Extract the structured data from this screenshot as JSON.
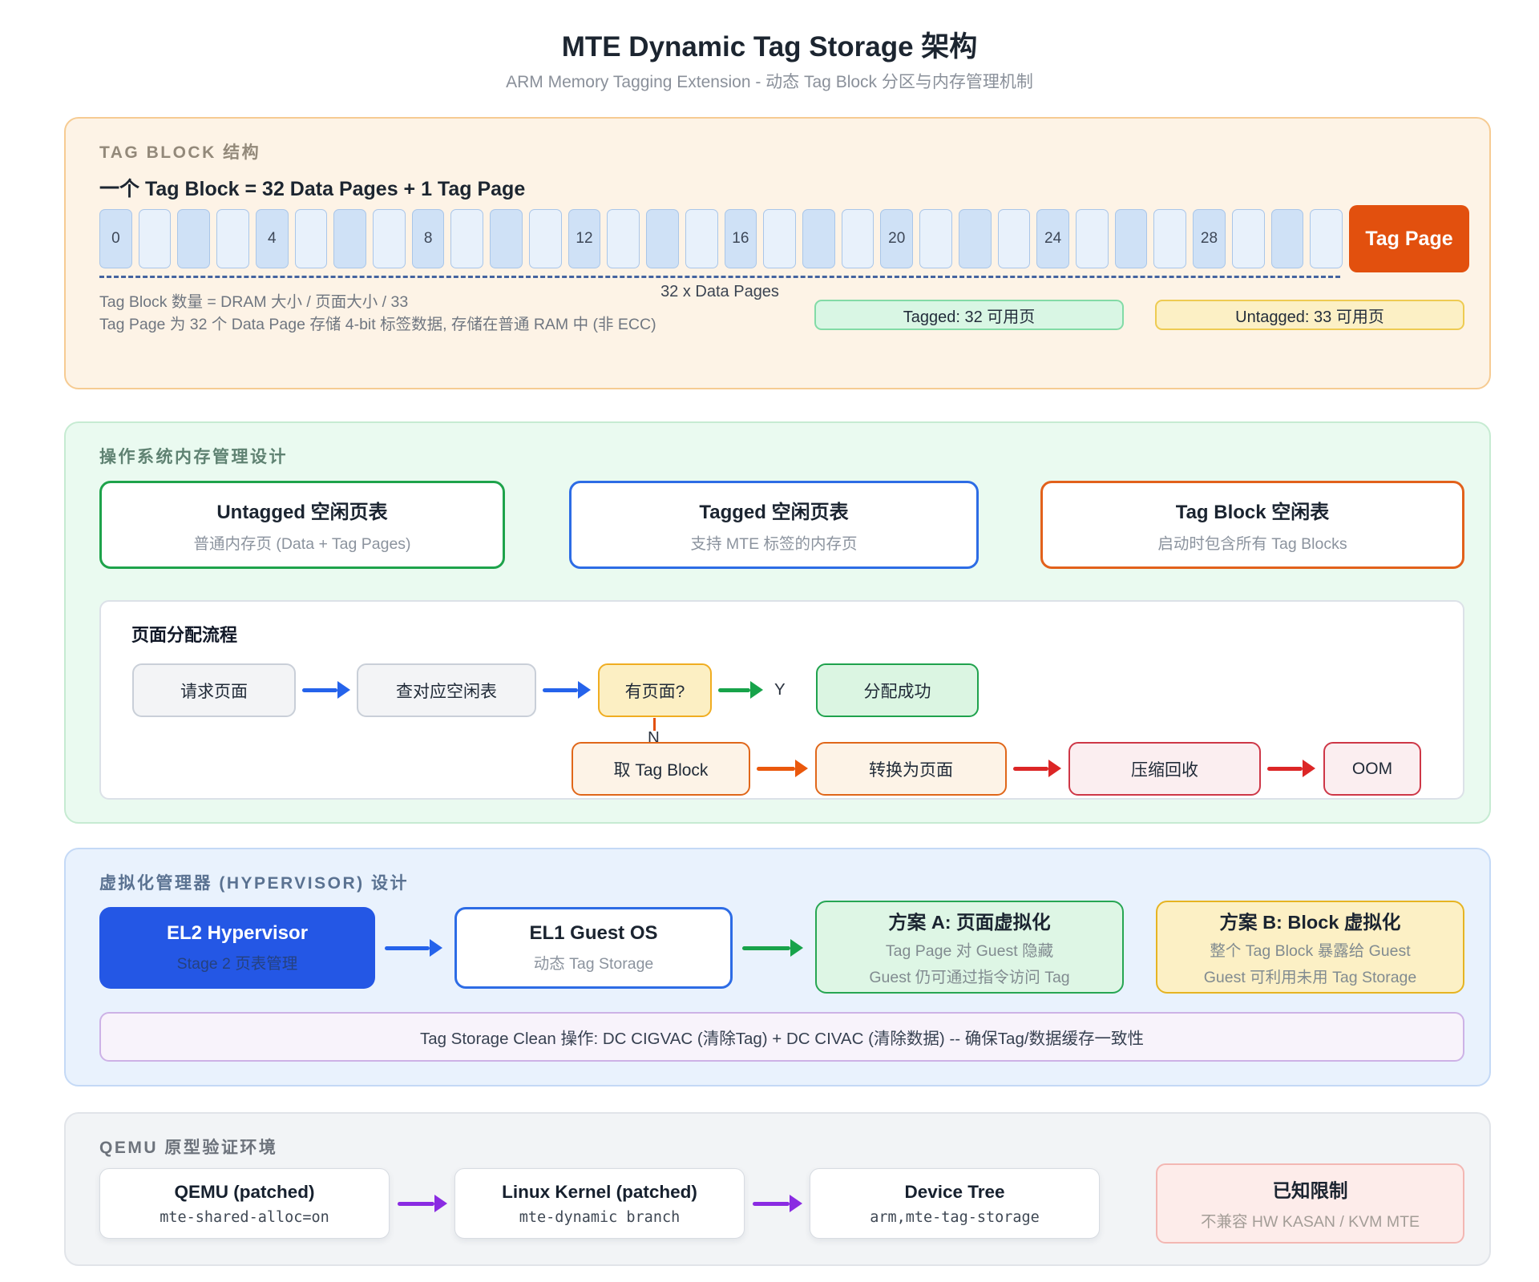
{
  "header": {
    "title": "MTE Dynamic Tag Storage 架构",
    "subtitle": "ARM Memory Tagging Extension - 动态 Tag Block 分区与内存管理机制"
  },
  "tag_block": {
    "section_title": "TAG BLOCK 结构",
    "heading": "一个 Tag Block = 32 Data Pages + 1 Tag Page",
    "data_page_count": 32,
    "label_interval": 4,
    "visible_page_labels": [
      "0",
      "4",
      "8",
      "12",
      "16",
      "20",
      "24",
      "28"
    ],
    "tag_page_label": "Tag Page",
    "bracket_label": "32 x Data Pages",
    "note_line1": "Tag Block 数量 = DRAM 大小 / 页面大小 / 33",
    "note_line2": "Tag Page 为 32 个 Data Page 存储 4-bit 标签数据, 存储在普通 RAM 中 (非 ECC)",
    "badge_tagged": "Tagged: 32 可用页",
    "badge_untagged": "Untagged: 33 可用页"
  },
  "os_design": {
    "section_title": "操作系统内存管理设计",
    "free_lists": [
      {
        "title": "Untagged 空闲页表",
        "subtitle": "普通内存页 (Data + Tag Pages)",
        "accent": "#1ea34b"
      },
      {
        "title": "Tagged 空闲页表",
        "subtitle": "支持 MTE 标签的内存页",
        "accent": "#2d6ce5"
      },
      {
        "title": "Tag Block 空闲表",
        "subtitle": "启动时包含所有 Tag Blocks",
        "accent": "#e2611b"
      }
    ],
    "flow": {
      "title": "页面分配流程",
      "request": "请求页面",
      "check": "查对应空闲表",
      "decision": "有页面?",
      "yes_label": "Y",
      "no_label": "N",
      "success": "分配成功",
      "take_block": "取 Tag Block",
      "convert": "转换为页面",
      "compact": "压缩回收",
      "oom": "OOM"
    }
  },
  "hypervisor": {
    "section_title": "虚拟化管理器 (HYPERVISOR) 设计",
    "el2": {
      "title": "EL2 Hypervisor",
      "subtitle": "Stage 2 页表管理"
    },
    "el1": {
      "title": "EL1 Guest OS",
      "subtitle": "动态 Tag Storage"
    },
    "option_a": {
      "title": "方案 A: 页面虚拟化",
      "line1": "Tag Page 对 Guest 隐藏",
      "line2": "Guest 仍可通过指令访问 Tag"
    },
    "option_b": {
      "title": "方案 B: Block 虚拟化",
      "line1": "整个 Tag Block 暴露给 Guest",
      "line2": "Guest 可利用未用 Tag Storage"
    },
    "clean_note": "Tag Storage Clean 操作: DC CIGVAC (清除Tag) + DC CIVAC (清除数据) -- 确保Tag/数据缓存一致性"
  },
  "qemu": {
    "section_title": "QEMU 原型验证环境",
    "steps": [
      {
        "title": "QEMU (patched)",
        "subtitle": "mte-shared-alloc=on"
      },
      {
        "title": "Linux Kernel (patched)",
        "subtitle": "mte-dynamic branch"
      },
      {
        "title": "Device Tree",
        "subtitle": "arm,mte-tag-storage"
      }
    ],
    "limits": {
      "title": "已知限制",
      "subtitle": "不兼容 HW KASAN / KVM MTE"
    }
  },
  "colors": {
    "tag_page_orange": "#e2500e",
    "cell_dark": "#cfe1f6",
    "cell_light": "#e8f1fb",
    "arrow_blue": "#2563eb",
    "arrow_green": "#17a34a",
    "arrow_orange": "#ea580c",
    "arrow_red": "#dc2626",
    "arrow_purple": "#8a2be2",
    "el2_blue": "#2457e5",
    "panel_orange_bg": "#fdf3e6",
    "panel_green_bg": "#eafaf0",
    "panel_blue_bg": "#e9f2fd",
    "panel_gray_bg": "#f2f4f6"
  }
}
